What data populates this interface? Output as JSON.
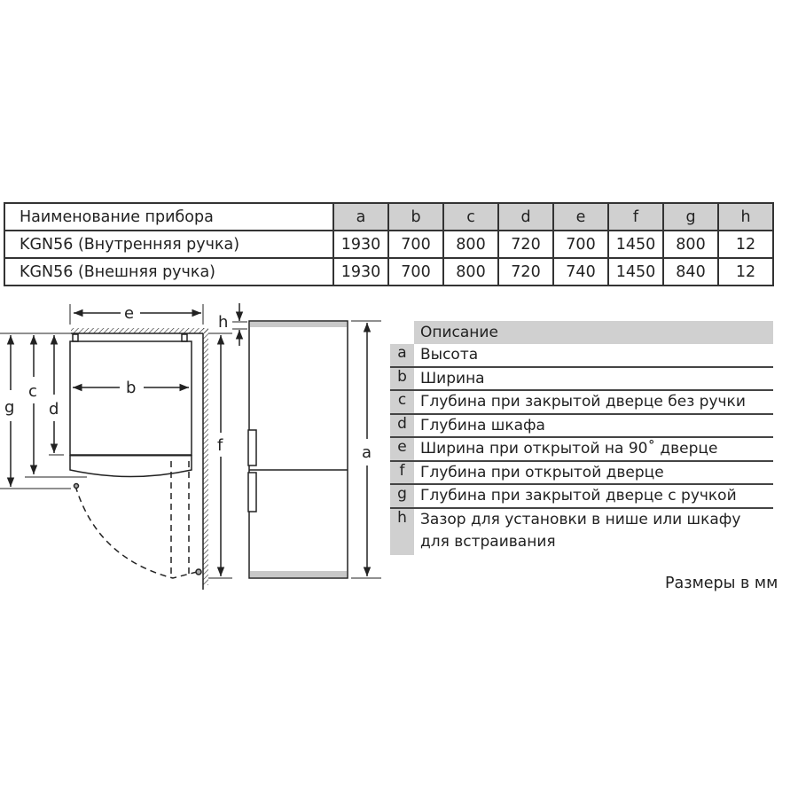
{
  "table": {
    "header": {
      "name": "Наименование прибора",
      "cols": [
        "a",
        "b",
        "c",
        "d",
        "e",
        "f",
        "g",
        "h"
      ]
    },
    "rows": [
      {
        "name": "KGN56 (Внутренняя ручка)",
        "values": [
          "1930",
          "700",
          "800",
          "720",
          "700",
          "1450",
          "800",
          "12"
        ]
      },
      {
        "name": "KGN56 (Внешняя ручка)",
        "values": [
          "1930",
          "700",
          "800",
          "720",
          "740",
          "1450",
          "840",
          "12"
        ]
      }
    ]
  },
  "legend": {
    "title": "Описание",
    "items": [
      {
        "key": "a",
        "text": "Высота"
      },
      {
        "key": "b",
        "text": "Ширина"
      },
      {
        "key": "c",
        "text": "Глубина при закрытой дверце без ручки"
      },
      {
        "key": "d",
        "text": "Глубина шкафа"
      },
      {
        "key": "e",
        "text": "Ширина при открытой на 90˚ дверце"
      },
      {
        "key": "f",
        "text": "Глубина при открытой дверце"
      },
      {
        "key": "g",
        "text": "Глубина при закрытой дверце с ручкой"
      },
      {
        "key": "h",
        "text": "Зазор для установки в нише или шкафу для встраивания"
      }
    ]
  },
  "units": "Размеры в мм",
  "diagram": {
    "labels": {
      "a": "a",
      "b": "b",
      "c": "c",
      "d": "d",
      "e": "e",
      "f": "f",
      "g": "g",
      "h": "h"
    }
  }
}
